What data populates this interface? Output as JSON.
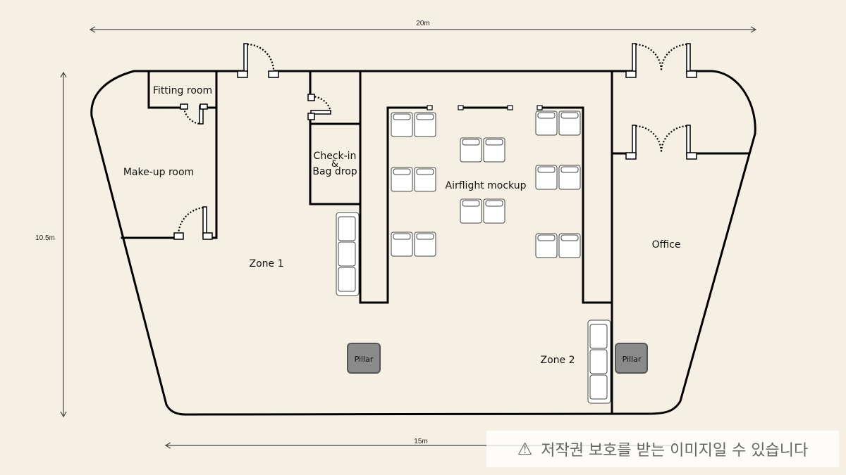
{
  "dimensions": {
    "top_width": "20m",
    "bottom_width": "15m",
    "height": "10.5m"
  },
  "rooms": {
    "fitting_room": "Fitting room",
    "makeup_room": "Make-up room",
    "checkin_line1": "Check-in",
    "checkin_line2": "&",
    "checkin_line3": "Bag drop",
    "airflight_mockup": "Airflight mockup",
    "office": "Office",
    "zone1": "Zone 1",
    "zone2": "Zone 2"
  },
  "pillars": {
    "pillar_1": "Pillar",
    "pillar_2": "Pillar"
  },
  "colors": {
    "background": "#f6f0e4",
    "wall": "#000000",
    "pillar": "#8a8a8a"
  },
  "watermark": {
    "icon": "warning-triangle-icon",
    "text": "저작권 보호를 받는 이미지일 수 있습니다"
  }
}
